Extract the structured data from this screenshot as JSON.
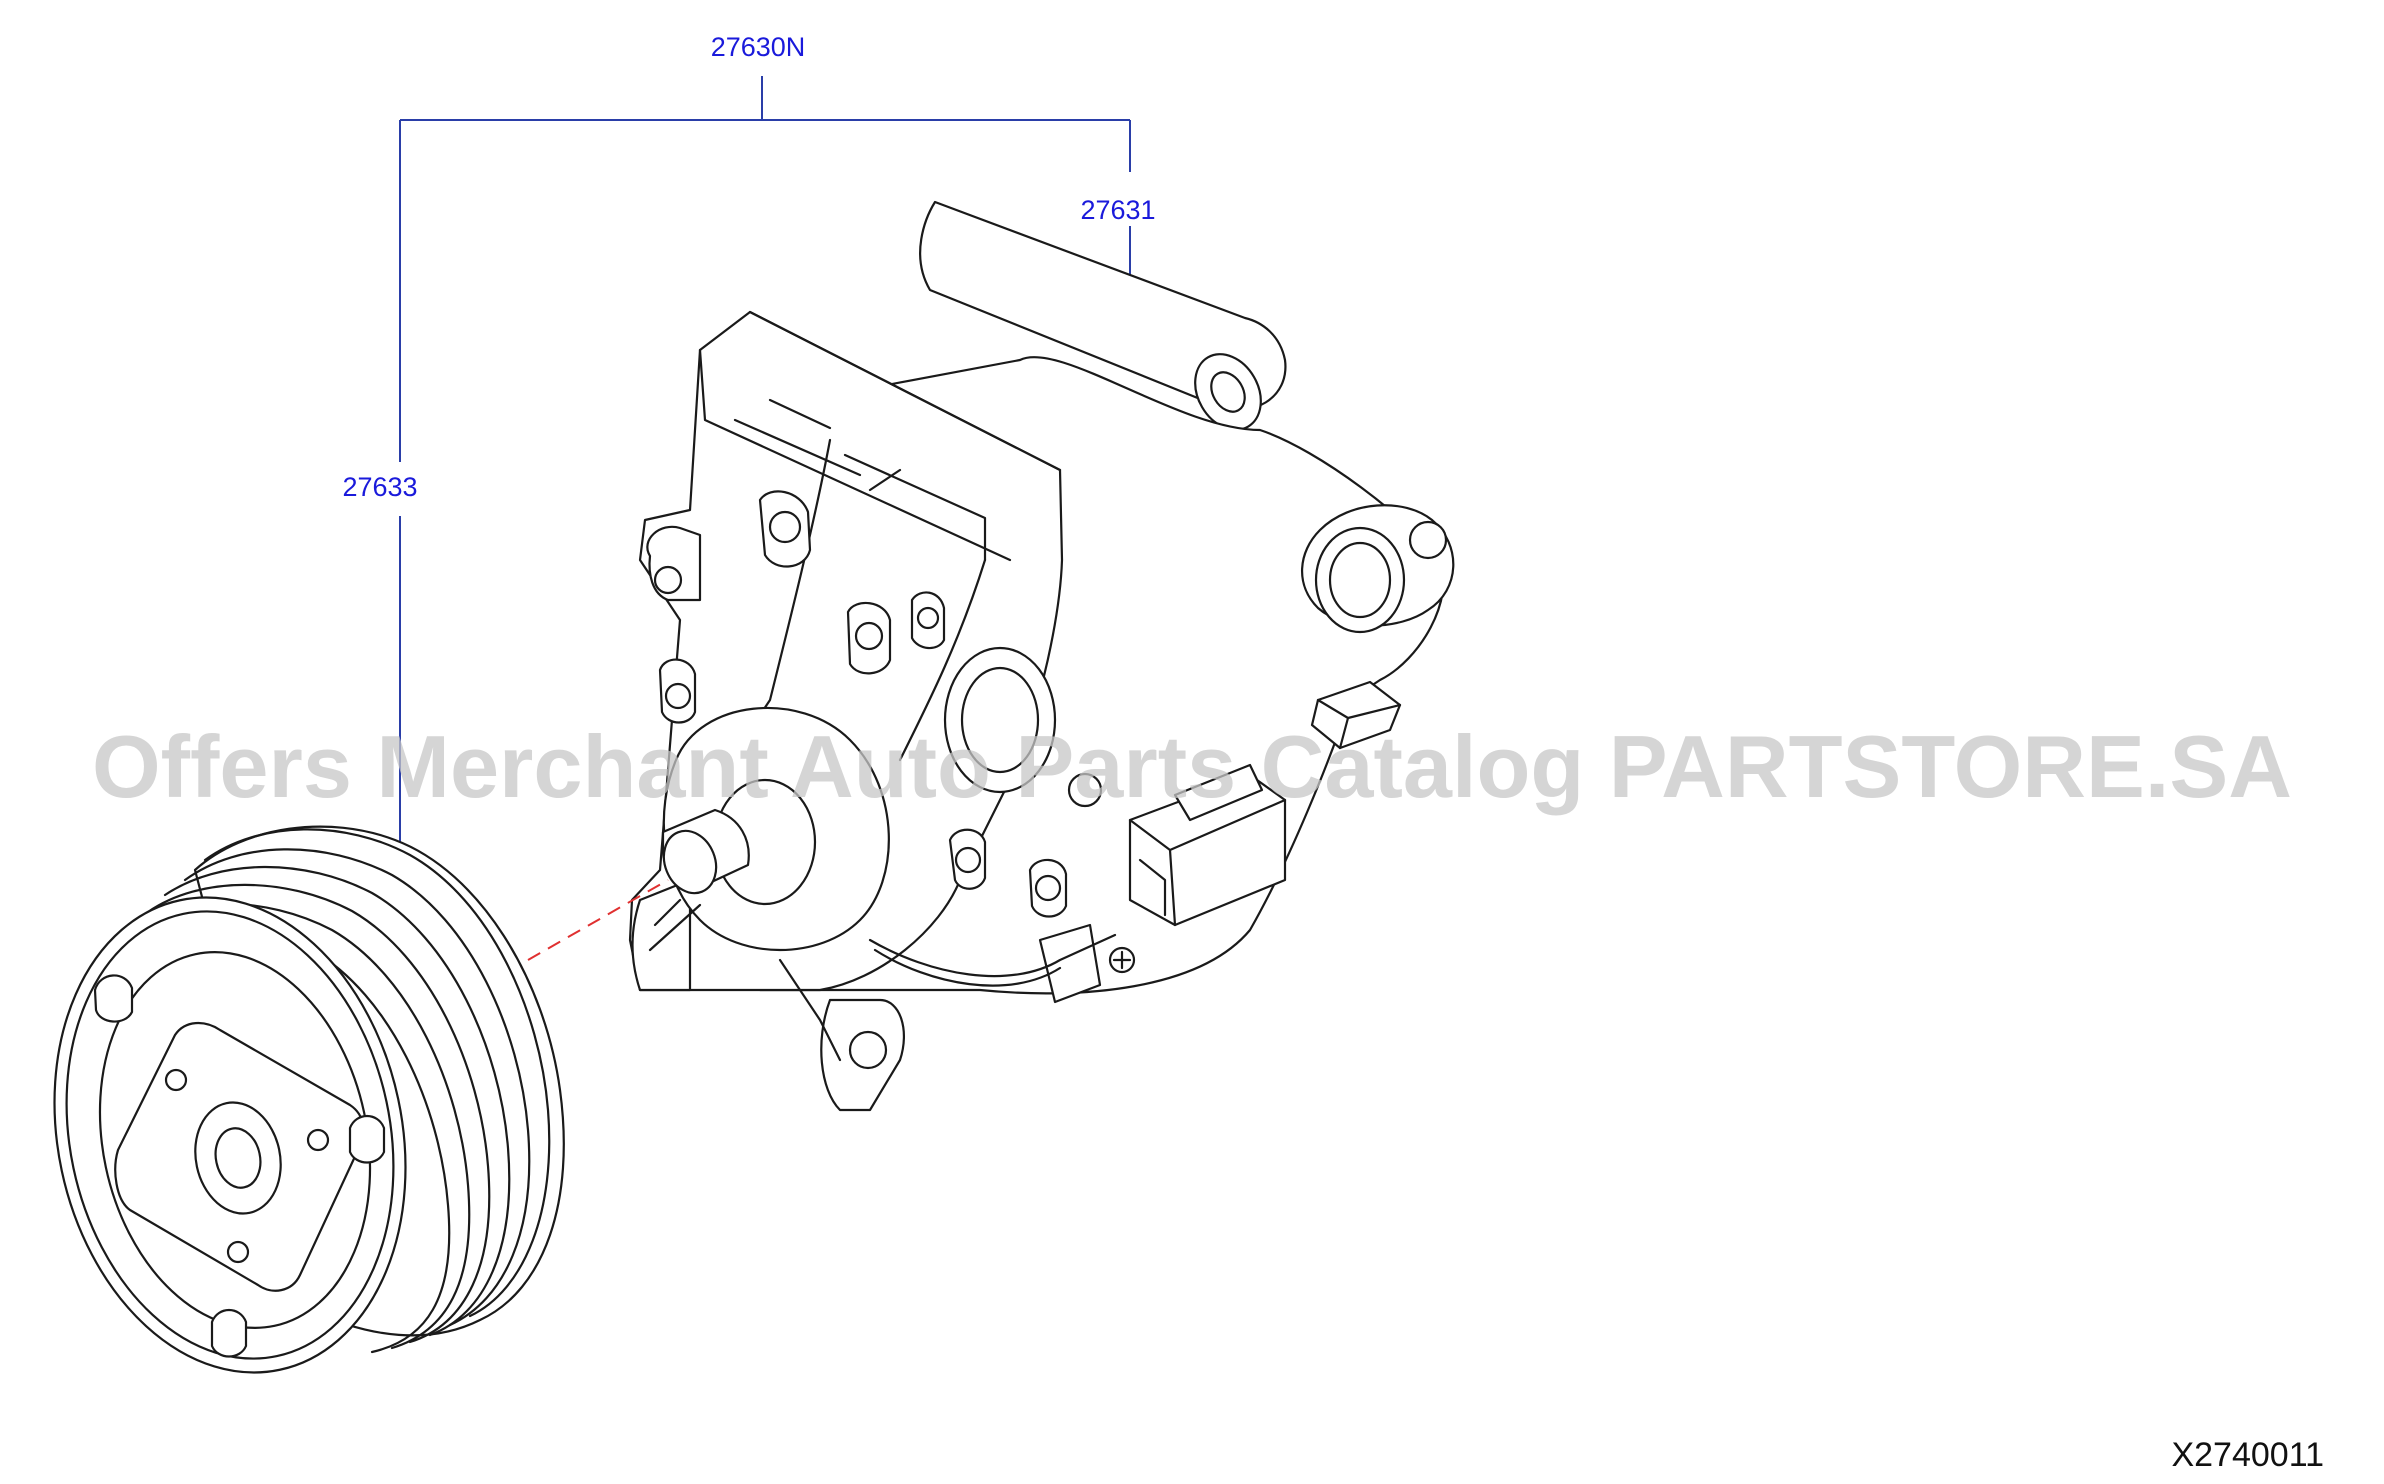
{
  "callouts": {
    "assembly": "27630N",
    "compressor": "27631",
    "clutch": "27633"
  },
  "reference_code": "X2740011",
  "watermark": "Offers Merchant Auto Parts Catalog PARTSTORE.SA",
  "colors": {
    "callout_text": "#1a1adb",
    "leader_line": "#2a3ea8",
    "axis_dash": "#e03030",
    "watermark": "#c7c7c7"
  }
}
